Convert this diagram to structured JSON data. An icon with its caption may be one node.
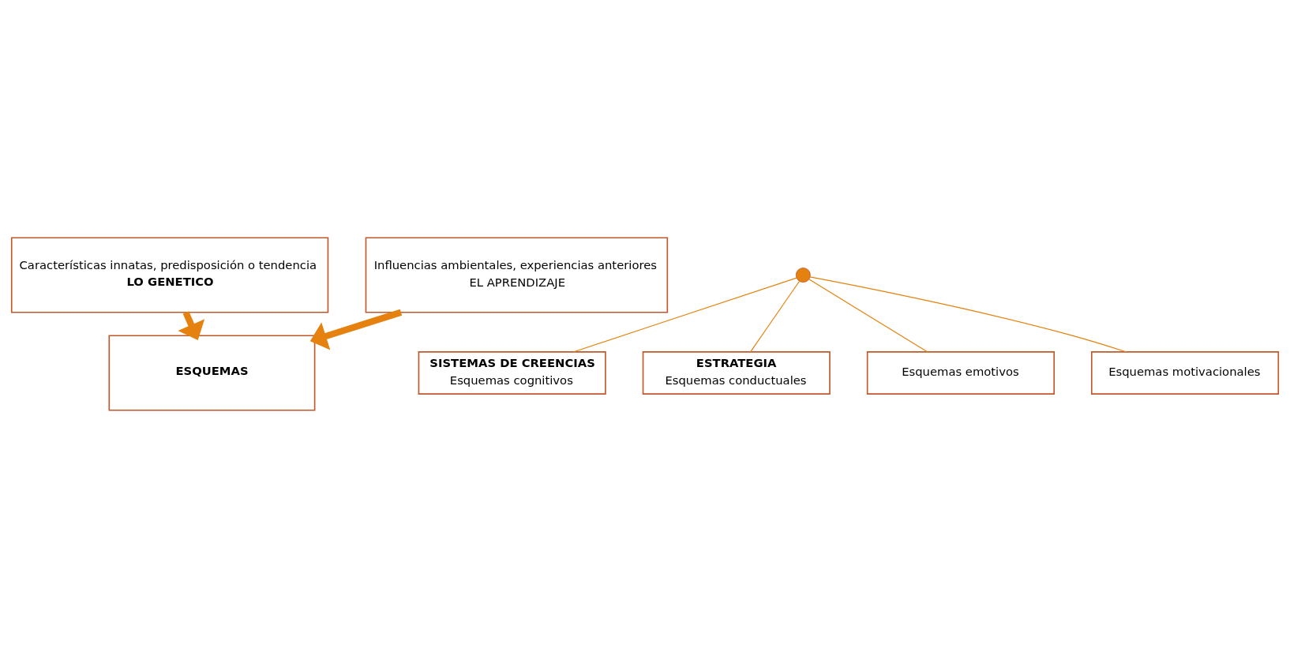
{
  "diagram": {
    "nodes": [
      {
        "text": [
          "Características innatas, predisposición o tendencia",
          "LO GENETICO"
        ]
      },
      {
        "text": [
          "Influencias ambientales, experiencias anteriores",
          "EL APRENDIZAJE"
        ]
      },
      {
        "text": [
          "ESQUEMAS"
        ]
      },
      {
        "text": [],
        "shape": "circle"
      },
      {
        "text": [
          "SISTEMAS DE CREENCIAS",
          "Esquemas cognitivos"
        ]
      },
      {
        "text": [
          "ESTRATEGIA",
          "Esquemas conductuales"
        ]
      },
      {
        "text": [
          "Esquemas emotivos"
        ]
      },
      {
        "text": [
          "Esquemas motivacionales"
        ]
      }
    ],
    "edges": [
      {
        "from": 0,
        "to": 2,
        "arrow": "to",
        "style": "thick"
      },
      {
        "from": 1,
        "to": 2,
        "arrow": "to",
        "style": "thick"
      },
      {
        "from": 3,
        "to": 4,
        "arrow": "none"
      },
      {
        "from": 3,
        "to": 5,
        "arrow": "none"
      },
      {
        "from": 3,
        "to": 6,
        "arrow": "none"
      },
      {
        "from": 3,
        "to": 7,
        "arrow": "none"
      }
    ]
  }
}
